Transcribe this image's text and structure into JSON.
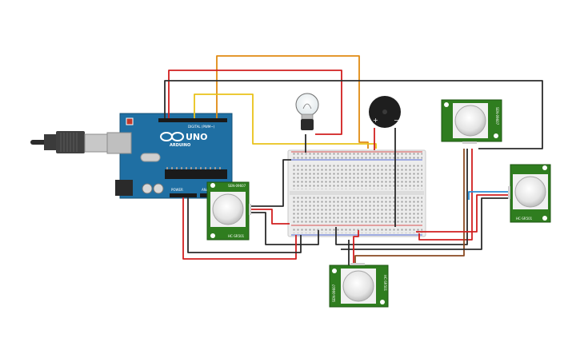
{
  "arduino": {
    "model_label": "UNO",
    "brand_label": "ARDUINO",
    "digital_label": "DIGITAL (PWM~)",
    "power_label": "POWER",
    "analog_label": "ANALOG IN"
  },
  "pir_labels": {
    "left_top": "SEN-09607",
    "left_bottom": "HC-SR501",
    "bottom_left": "SEN-09607",
    "bottom_right": "HC-SR501",
    "top_right": "SEN-09607",
    "right_side": "HC-SR501"
  },
  "buzzer": {
    "plus": "+",
    "minus": "−"
  },
  "colors": {
    "board": "#1f6fa3",
    "breadboard": "#e9e9e9",
    "pir_pcb": "#2f7d1f",
    "wire_red": "#d11f1f",
    "wire_black": "#2b2b2b",
    "wire_yellow": "#e9c21a",
    "wire_orange": "#e08a12",
    "wire_blue": "#2a8fd6",
    "wire_brown": "#8a4a22"
  }
}
